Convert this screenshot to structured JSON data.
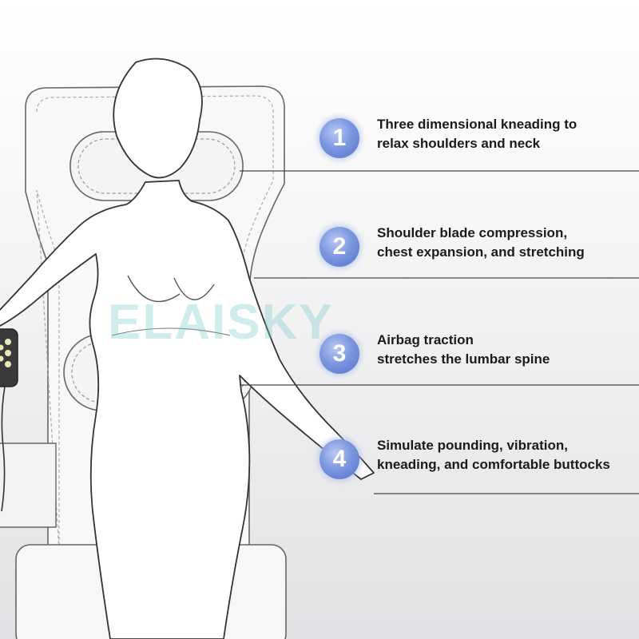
{
  "watermark": "ELAISKY",
  "features": [
    {
      "number": "1",
      "line1": "Three dimensional kneading to",
      "line2": "relax shoulders and neck"
    },
    {
      "number": "2",
      "line1": "Shoulder blade compression,",
      "line2": "chest expansion, and stretching"
    },
    {
      "number": "3",
      "line1": "Airbag traction",
      "line2": "stretches the lumbar spine"
    },
    {
      "number": "4",
      "line1": "Simulate pounding, vibration,",
      "line2": "kneading, and comfortable buttocks"
    }
  ],
  "colors": {
    "badge": "#6f8ad8",
    "line": "#444444",
    "outline": "#555555"
  }
}
